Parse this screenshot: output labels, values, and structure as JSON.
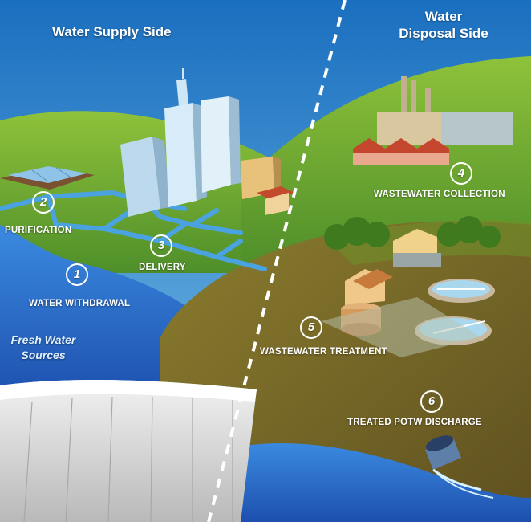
{
  "titles": {
    "supply_side": "Water Supply Side",
    "disposal_side_line1": "Water",
    "disposal_side_line2": "Disposal Side"
  },
  "steps": [
    {
      "number": "1",
      "label": "WATER WITHDRAWAL"
    },
    {
      "number": "2",
      "label": "PURIFICATION"
    },
    {
      "number": "3",
      "label": "DELIVERY"
    },
    {
      "number": "4",
      "label": "WASTEWATER COLLECTION"
    },
    {
      "number": "5",
      "label": "WASTEWATER TREATMENT"
    },
    {
      "number": "6",
      "label": "TREATED POTW DISCHARGE"
    }
  ],
  "fresh_water": {
    "line1": "Fresh Water",
    "line2": "Sources"
  },
  "colors": {
    "sky": "#2a7fc9",
    "hill_green": "#6fae2e",
    "hill_brown": "#7a6a2a",
    "water": "#2f6fd0",
    "pipe": "#4aa3e0",
    "dam": "#dcdcdc"
  }
}
